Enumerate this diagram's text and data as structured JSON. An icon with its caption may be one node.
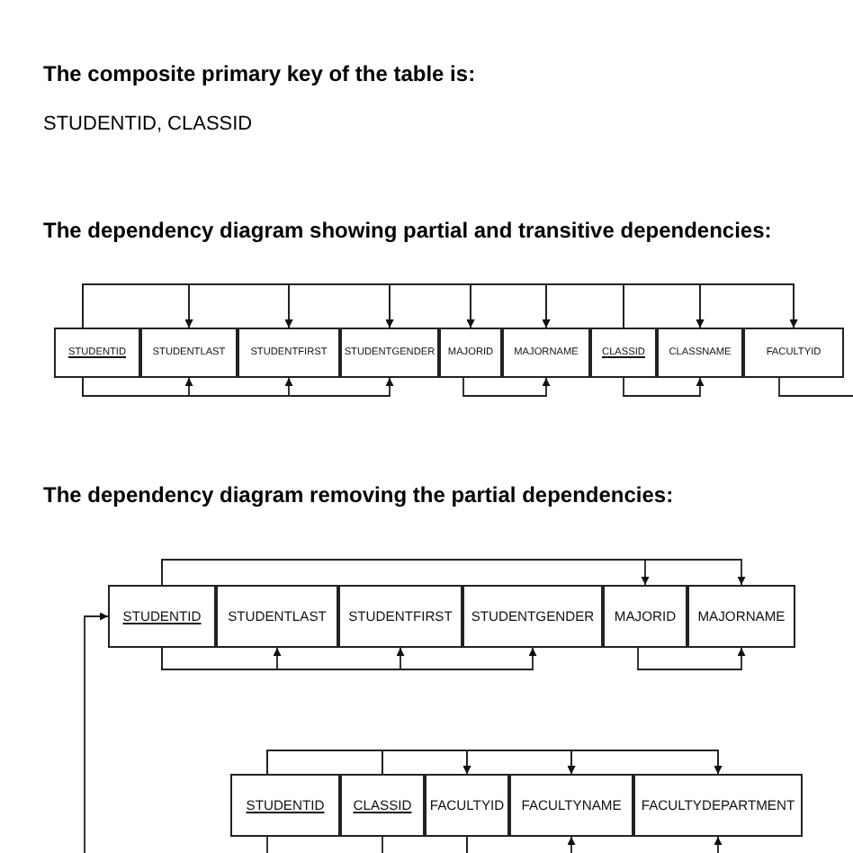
{
  "diagram": {
    "nodes": [
      {
        "text": [
          "STUDENTID"
        ]
      },
      {
        "text": [
          "STUDENTLAST"
        ]
      },
      {
        "text": [
          "STUDENTFIRST"
        ]
      },
      {
        "text": [
          "STUDENTGENDER"
        ]
      },
      {
        "text": [
          "MAJORID"
        ]
      },
      {
        "text": [
          "MAJORNAME"
        ]
      },
      {
        "text": [
          "CLASSID"
        ]
      },
      {
        "text": [
          "CLASSNAME"
        ]
      },
      {
        "text": [
          "FACULTYID"
        ]
      },
      {
        "text": [
          "STUDENTID"
        ]
      },
      {
        "text": [
          "STUDENTLAST"
        ]
      },
      {
        "text": [
          "STUDENTFIRST"
        ]
      },
      {
        "text": [
          "STUDENTGENDER"
        ]
      },
      {
        "text": [
          "MAJORID"
        ]
      },
      {
        "text": [
          "MAJORNAME"
        ]
      },
      {
        "text": [
          "STUDENTID"
        ]
      },
      {
        "text": [
          "CLASSID"
        ]
      },
      {
        "text": [
          "FACULTYID"
        ]
      },
      {
        "text": [
          "FACULTYNAME"
        ]
      },
      {
        "text": [
          "FACULTYDEPARTMENT"
        ]
      }
    ],
    "edges": [
      {
        "from": 0,
        "to": 1,
        "arrow": "to"
      },
      {
        "from": 0,
        "to": 2,
        "arrow": "to"
      },
      {
        "from": 0,
        "to": 3,
        "arrow": "to"
      },
      {
        "from": 0,
        "to": 4,
        "arrow": "to"
      },
      {
        "from": 0,
        "to": 5,
        "arrow": "to"
      },
      {
        "from": 0,
        "to": 7,
        "arrow": "to"
      },
      {
        "from": 0,
        "to": 8,
        "arrow": "to"
      },
      {
        "from": 6,
        "to": 1,
        "arrow": "to"
      },
      {
        "from": 6,
        "to": 2,
        "arrow": "to"
      },
      {
        "from": 6,
        "to": 3,
        "arrow": "to"
      },
      {
        "from": 6,
        "to": 4,
        "arrow": "to"
      },
      {
        "from": 6,
        "to": 5,
        "arrow": "to"
      },
      {
        "from": 6,
        "to": 7,
        "arrow": "to"
      },
      {
        "from": 6,
        "to": 8,
        "arrow": "to"
      },
      {
        "from": 0,
        "to": 1,
        "arrow": "to"
      },
      {
        "from": 0,
        "to": 2,
        "arrow": "to"
      },
      {
        "from": 0,
        "to": 3,
        "arrow": "to"
      },
      {
        "from": 4,
        "to": 5,
        "arrow": "to"
      },
      {
        "from": 6,
        "to": 7,
        "arrow": "to"
      },
      {
        "from": 8,
        "to": null,
        "arrow": "none"
      },
      {
        "from": 9,
        "to": 13,
        "arrow": "to"
      },
      {
        "from": 9,
        "to": 14,
        "arrow": "to"
      },
      {
        "from": 9,
        "to": 10,
        "arrow": "to"
      },
      {
        "from": 9,
        "to": 11,
        "arrow": "to"
      },
      {
        "from": 9,
        "to": 12,
        "arrow": "to"
      },
      {
        "from": 13,
        "to": 14,
        "arrow": "to"
      },
      {
        "from": null,
        "to": 9,
        "arrow": "to"
      },
      {
        "from": 15,
        "to": 17,
        "arrow": "to"
      },
      {
        "from": 15,
        "to": 18,
        "arrow": "to"
      },
      {
        "from": 15,
        "to": 19,
        "arrow": "to"
      },
      {
        "from": 16,
        "to": 17,
        "arrow": "to"
      },
      {
        "from": 16,
        "to": 18,
        "arrow": "to"
      },
      {
        "from": 16,
        "to": 19,
        "arrow": "to"
      },
      {
        "from": 17,
        "to": 18,
        "arrow": "to"
      },
      {
        "from": 17,
        "to": 19,
        "arrow": "to"
      },
      {
        "from": 15,
        "to": null,
        "arrow": "none"
      },
      {
        "from": 16,
        "to": null,
        "arrow": "none"
      }
    ],
    "labels": [
      "The composite primary key of the table is:",
      "STUDENTID, CLASSID",
      "The dependency diagram showing partial and transitive dependencies:",
      "The dependency diagram removing the partial dependencies:"
    ]
  }
}
